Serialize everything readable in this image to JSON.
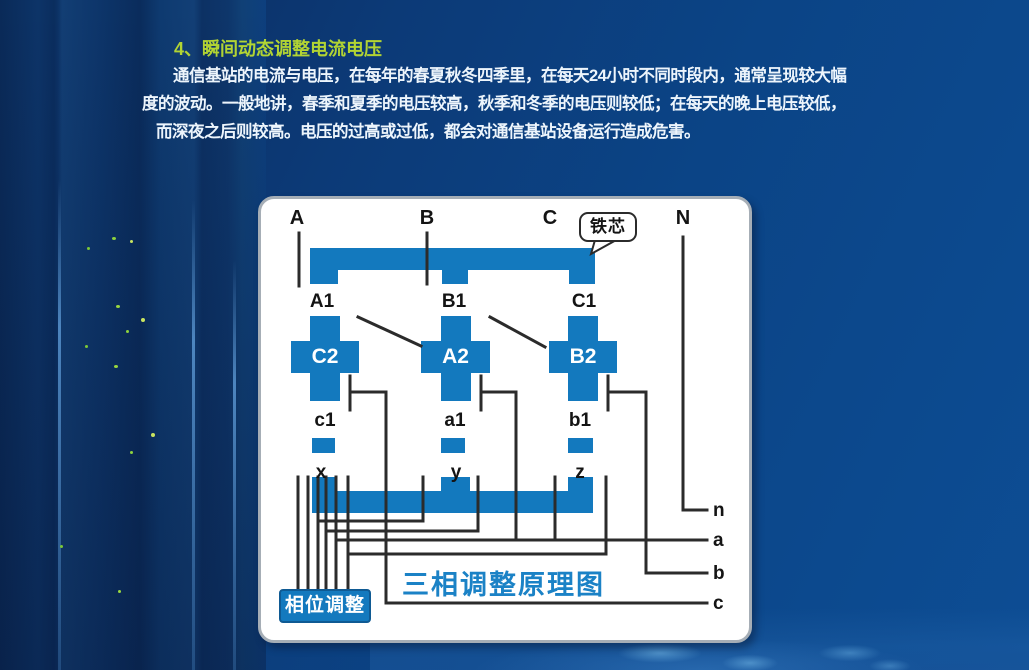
{
  "slide": {
    "heading": "4、瞬间动态调整电流电压",
    "body_lines": [
      "通信基站的电流与电压，在每年的春夏秋冬四季里，在每天24小时不同时段内，通常呈现较大幅",
      "度的波动。一般地讲，春季和夏季的电压较高，秋季和冬季的电压则较低；在每天的晚上电压较低，",
      "而深夜之后则较高。电压的过高或过低，都会对通信基站设备运行造成危害。"
    ]
  },
  "diagram": {
    "title": "三相调整原理图",
    "core_callout": "铁芯",
    "phase_adjust_label": "相位调整",
    "input_terminals": [
      "A",
      "B",
      "C",
      "N"
    ],
    "primary_taps": [
      "A1",
      "B1",
      "C1"
    ],
    "winding_blocks": [
      "C2",
      "A2",
      "B2"
    ],
    "secondary_taps": [
      "c1",
      "a1",
      "b1"
    ],
    "winding_ends": [
      "x",
      "y",
      "z"
    ],
    "output_terminals": [
      "n",
      "a",
      "b",
      "c"
    ]
  },
  "colors": {
    "diagram_blue": "#1379BE",
    "title_blue": "#1B82C6",
    "heading_green": "#B2D433",
    "body_text": "#EDF5FC",
    "wire": "#2B2B2B"
  }
}
